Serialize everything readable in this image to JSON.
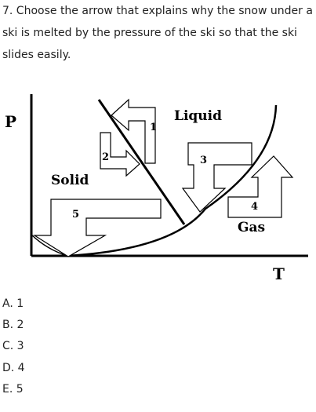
{
  "question": {
    "text": "7. Choose the arrow that explains why the snow under a ski is melted by the pressure of the ski so that the ski slides easily."
  },
  "diagram": {
    "axis_y_label": "P",
    "axis_x_label": "T",
    "region_solid": "Solid",
    "region_liquid": "Liquid",
    "region_gas": "Gas",
    "arrow_labels": [
      "1",
      "2",
      "3",
      "4",
      "5"
    ]
  },
  "options": [
    {
      "label": "A. 1"
    },
    {
      "label": "B. 2"
    },
    {
      "label": "C. 3"
    },
    {
      "label": "D. 4"
    },
    {
      "label": "E. 5"
    }
  ]
}
